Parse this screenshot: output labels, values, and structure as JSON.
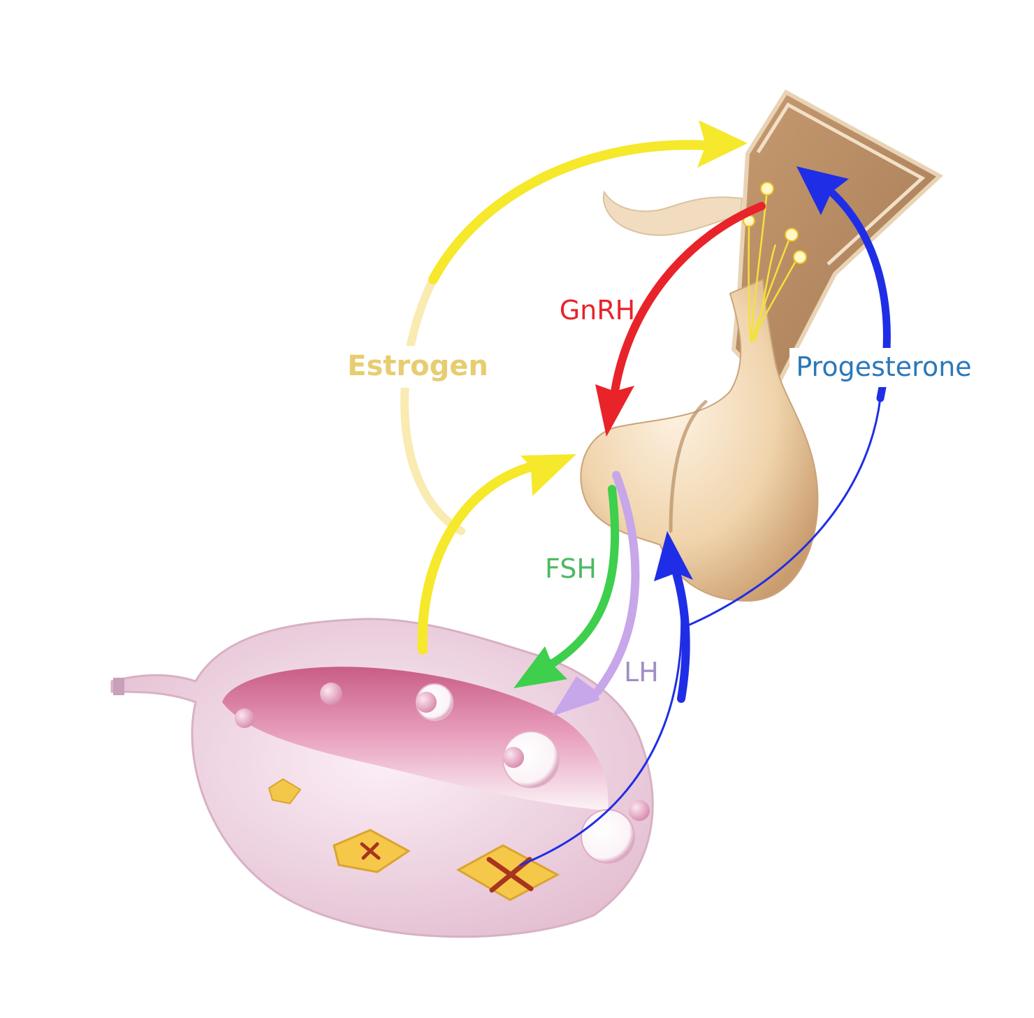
{
  "labels": {
    "gnrh": "GnRH",
    "estrogen": "Estrogen",
    "progesterone": "Progesterone",
    "fsh": "FSH",
    "lh": "LH"
  },
  "colors": {
    "gnrh": "#e8232a",
    "estrogen_arrow": "#f6e82a",
    "estrogen_text": "#e7cd70",
    "progesterone_arrow": "#1f2ee6",
    "progesterone_text": "#2b78b8",
    "fsh": "#3ecf4c",
    "fsh_text": "#4cba62",
    "lh": "#c7a6ea",
    "lh_text": "#a08ec4",
    "ovary": "#e89ab8",
    "pituitary": "#efd2aa",
    "hypothalamus": "#b58c66"
  }
}
